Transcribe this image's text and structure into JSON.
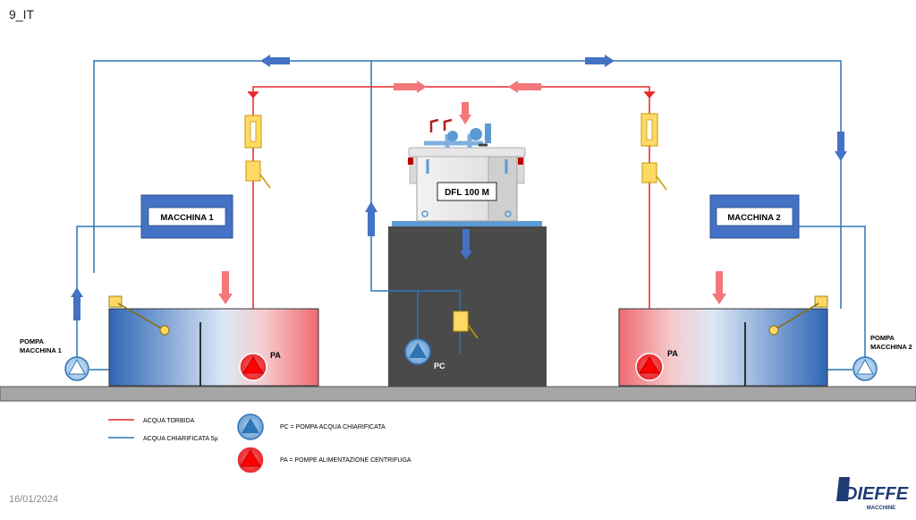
{
  "slide": {
    "title": "9_IT",
    "date": "16/01/2024"
  },
  "machines": {
    "m1": "MACCHINA 1",
    "m2": "MACCHINA 2"
  },
  "unit": {
    "label": "DFL 100 M"
  },
  "pumps": {
    "pa_label": "PA",
    "pc_label": "PC",
    "pump1_line1": "POMPA",
    "pump1_line2": "MACCHINA 1",
    "pump2_line1": "POMPA",
    "pump2_line2": "MACCHINA 2"
  },
  "legend": {
    "turbid": "ACQUA TORBIDA",
    "clarified": "ACQUA CHIARIFICATA 5µ",
    "pc_desc": "PC = POMPA ACQUA CHIARIFICATA",
    "pa_desc": "PA = POMPE ALIMENTAZIONE CENTRIFUGA"
  },
  "logo": {
    "brand": "DIEFFE",
    "sub": "MACCHINE"
  },
  "colors": {
    "turbid_line": "#e8262b",
    "clarified_line": "#2e75b6",
    "machine_box": "#4472c4",
    "red_arrow": "#f4777a",
    "blue_arrow": "#4472c4",
    "pedestal": "#4a4a4a",
    "filter": "#ffd966"
  }
}
